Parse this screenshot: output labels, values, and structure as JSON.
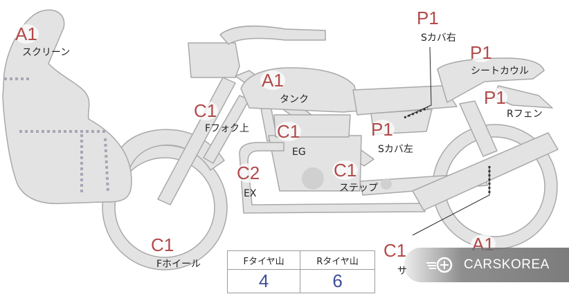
{
  "parts": [
    {
      "key": "screen",
      "grade": "A1",
      "label": "スクリーン"
    },
    {
      "key": "tank",
      "grade": "A1",
      "label": "タンク"
    },
    {
      "key": "fork",
      "grade": "C1",
      "label": "Fフォク上"
    },
    {
      "key": "engine",
      "grade": "C1",
      "label": "EG"
    },
    {
      "key": "exhaust",
      "grade": "C2",
      "label": "EX"
    },
    {
      "key": "step",
      "grade": "C1",
      "label": "ステップ"
    },
    {
      "key": "side_cover_left",
      "grade": "P1",
      "label": "Sカバ左"
    },
    {
      "key": "side_cover_right",
      "grade": "P1",
      "label": "Sカバ右"
    },
    {
      "key": "seat_cowl",
      "grade": "P1",
      "label": "シートカウル"
    },
    {
      "key": "rear_fender",
      "grade": "P1",
      "label": "Rフェン"
    },
    {
      "key": "front_wheel",
      "grade": "C1",
      "label": "Fホイール"
    },
    {
      "key": "suspension",
      "grade": "C1",
      "label": "サ"
    },
    {
      "key": "rear_wheel",
      "grade": "A1",
      "label": ""
    }
  ],
  "tread": {
    "front_header": "Fタイヤ山",
    "rear_header": "Rタイヤ山",
    "front_value": "4",
    "rear_value": "6"
  },
  "watermark": {
    "text": "CARSKOREA"
  },
  "colors": {
    "grade": "#b04a4a",
    "tread_value": "#3f4e98",
    "bike_fill": "#e3e3e3",
    "bike_stroke": "#a8a8a8"
  }
}
